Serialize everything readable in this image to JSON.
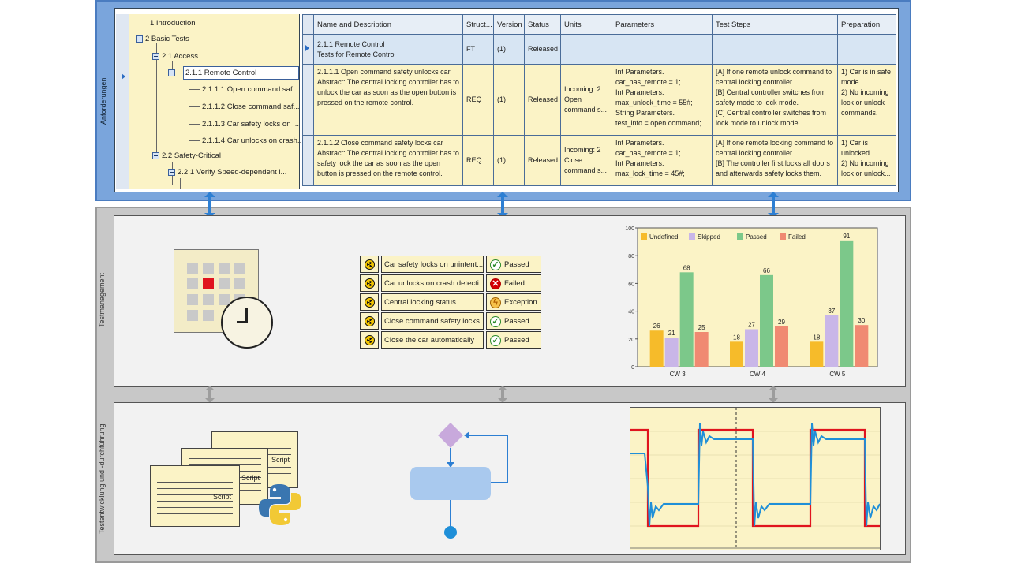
{
  "labels": {
    "top": "Anforderungen",
    "mid": "Testmanagement",
    "bot": "Testentwicklung und -durchführung"
  },
  "tree": {
    "items": [
      {
        "text": "1 Introduction"
      },
      {
        "text": "2 Basic Tests"
      },
      {
        "text": "2.1 Access"
      },
      {
        "text": "2.1.1 Remote Control"
      },
      {
        "text": "2.1.1.1 Open command saf..."
      },
      {
        "text": "2.1.1.2 Close command saf..."
      },
      {
        "text": "2.1.1.3 Car safety locks on ..."
      },
      {
        "text": "2.1.1.4 Car unlocks on crash..."
      },
      {
        "text": "2.2 Safety-Critical"
      },
      {
        "text": "2.2.1 Verify Speed-dependent l..."
      }
    ]
  },
  "grid": {
    "headers": [
      "Name and Description",
      "Struct...",
      "Version",
      "Status",
      "Units",
      "Parameters",
      "Test Steps",
      "Preparation"
    ],
    "rows": [
      {
        "name": "2.1.1 Remote Control\nTests for Remote Control",
        "struct": "FT",
        "version": "(1)",
        "status": "Released",
        "units": "",
        "params": "",
        "steps": "",
        "prep": ""
      },
      {
        "name": "2.1.1.1 Open command safety unlocks car\nAbstract: The central locking controller has to unlock the car as soon as the open button is pressed on the remote control.",
        "struct": "REQ",
        "version": "(1)",
        "status": "Released",
        "units": "Incoming: 2\nOpen command s...",
        "params": "Int Parameters.\ncar_has_remote = 1;\nInt Parameters.\nmax_unlock_time = 55#;\nString Parameters.\ntest_info = open command;",
        "steps": "[A] If one remote unlock command to central locking controller.\n[B] Central controller switches from safety mode to lock mode.\n[C] Central controller switches from lock mode to unlock mode.",
        "prep": "1) Car is in safe mode.\n2) No incoming lock or unlock commands."
      },
      {
        "name": "2.1.1.2 Close command safety locks car\nAbstract: The central locking controller has to safety lock the car as soon as the open button is pressed on the remote control.",
        "struct": "REQ",
        "version": "(1)",
        "status": "Released",
        "units": "Incoming: 2\nClose command s...",
        "params": "Int Parameters.\ncar_has_remote = 1;\nInt Parameters.\nmax_lock_time = 45#;",
        "steps": "[A] If one remote locking command to central locking controller.\n[B] The controller first locks all doors and afterwards safety locks them.",
        "prep": "1) Car is unlocked.\n2) No incoming lock or unlock..."
      }
    ]
  },
  "status_list": [
    {
      "name": "Car safety locks on unintent...",
      "status": "Passed",
      "kind": "passed"
    },
    {
      "name": "Car unlocks on crash detecti...",
      "status": "Failed",
      "kind": "failed"
    },
    {
      "name": "Central locking status",
      "status": "Exception",
      "kind": "exception"
    },
    {
      "name": "Close command safety locks...",
      "status": "Passed",
      "kind": "passed"
    },
    {
      "name": "Close the car automatically",
      "status": "Passed",
      "kind": "passed"
    }
  ],
  "chart_data": {
    "type": "bar",
    "categories": [
      "CW 3",
      "CW 4",
      "CW 5"
    ],
    "series": [
      {
        "name": "Undefined",
        "values": [
          26,
          18,
          18
        ],
        "color": "#f6bb2a"
      },
      {
        "name": "Skipped",
        "values": [
          21,
          27,
          37
        ],
        "color": "#c9b6e8"
      },
      {
        "name": "Passed",
        "values": [
          68,
          66,
          91
        ],
        "color": "#7cc88a"
      },
      {
        "name": "Failed",
        "values": [
          25,
          29,
          30
        ],
        "color": "#f08a72"
      }
    ],
    "y_ticks": [
      "0",
      "20",
      "40",
      "60",
      "80",
      "100"
    ],
    "ylim": [
      0,
      100
    ],
    "legend": "top",
    "grid": false
  },
  "scripts": [
    {
      "label": "Script"
    },
    {
      "label": "Script"
    },
    {
      "label": "Script"
    }
  ],
  "colors": {
    "accent_blue": "#2d7fd3",
    "panel_blue": "#7aa5dc",
    "cell_yellow": "#fbf3c6",
    "signal_red": "#e0141e",
    "signal_blue": "#1f8fd8"
  },
  "icons": [
    "hazard-icon",
    "passed-icon",
    "failed-icon",
    "exception-icon",
    "python-logo",
    "clock-icon",
    "calendar-icon"
  ]
}
